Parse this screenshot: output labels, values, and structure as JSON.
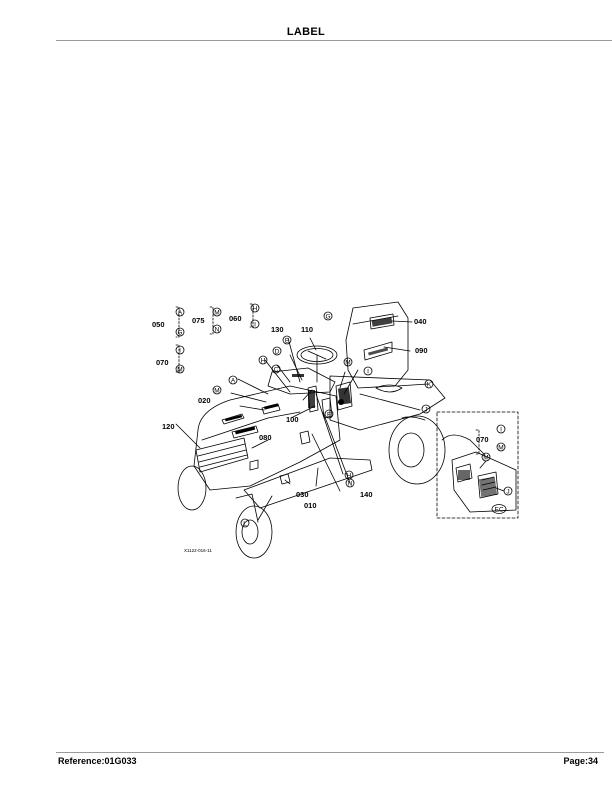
{
  "header": {
    "title": "LABEL"
  },
  "diagram": {
    "drawing_code": "X1122-016-11",
    "part_numbers": [
      "050",
      "075",
      "060",
      "130",
      "110",
      "040",
      "090",
      "070",
      "020",
      "100",
      "120",
      "080",
      "030",
      "010",
      "140"
    ],
    "callout_letters": [
      "A",
      "B",
      "C",
      "D",
      "E",
      "F",
      "G",
      "H",
      "I",
      "J",
      "K",
      "L",
      "M",
      "N",
      "EC"
    ],
    "inset": {
      "part_number": "070",
      "callouts": [
        "I",
        "M",
        "M",
        "J",
        "EC"
      ]
    }
  },
  "footer": {
    "reference": "Reference:01G033",
    "page": "Page:34"
  }
}
